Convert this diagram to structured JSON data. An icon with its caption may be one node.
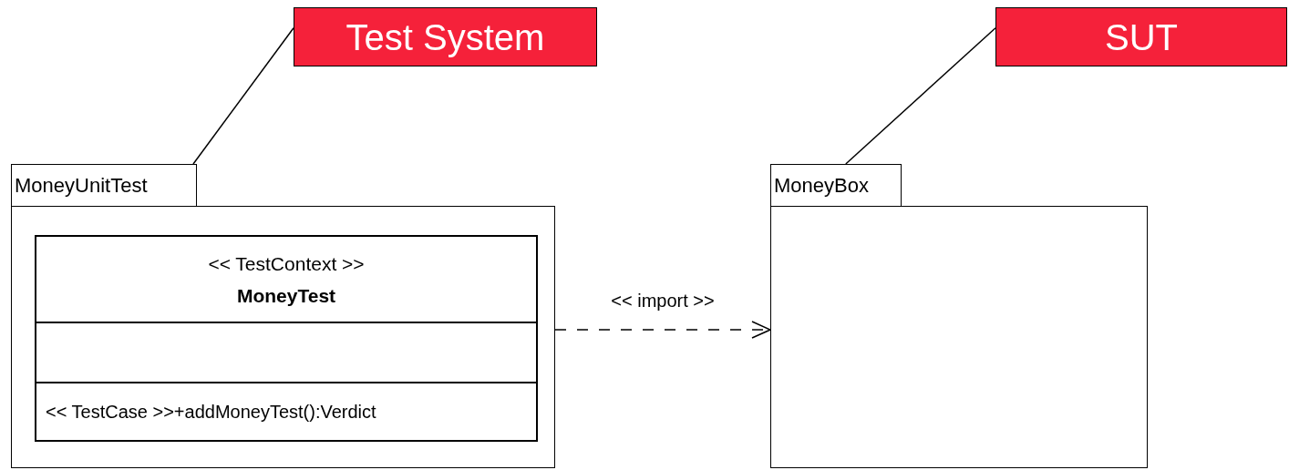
{
  "diagram": {
    "nodes": [
      {
        "text": [
          "Test System"
        ]
      },
      {
        "text": [
          "SUT"
        ]
      },
      {
        "text": [
          "MoneyUnitTest"
        ]
      },
      {
        "text": [
          "<< TestContext >>",
          "MoneyTest",
          "<< TestCase >>+addMoneyTest():Verdict"
        ],
        "in": 2
      },
      {
        "text": [
          "MoneyBox"
        ]
      }
    ],
    "edges": [
      {
        "from": 0,
        "to": 2,
        "arrow": "none"
      },
      {
        "from": 1,
        "to": 4,
        "arrow": "none"
      },
      {
        "from": 2,
        "to": 4,
        "arrow": "to",
        "label": "<< import >>",
        "style": "dashed"
      }
    ]
  }
}
